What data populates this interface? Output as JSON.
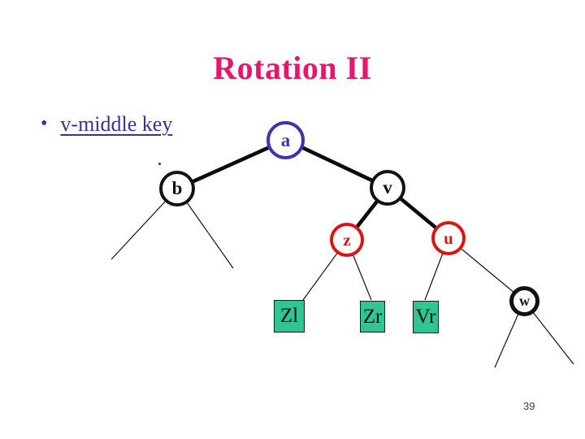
{
  "slide": {
    "title": "Rotation II",
    "bullet_marker": "•",
    "bullet_text": "v-middle key",
    "page_number": "39"
  },
  "colors": {
    "title": "#e4176c",
    "bullet_text": "#333399",
    "node_a_blue": "#3b36ad",
    "node_black": "#121212",
    "node_red": "#d91515",
    "leaf_box_fill": "#2fc694",
    "edge": "#0b0b0b",
    "background": "#ffffff"
  },
  "tree": {
    "nodes": [
      {
        "id": "a",
        "label": "a",
        "shape": "circle",
        "color": "blue"
      },
      {
        "id": "b",
        "label": "b",
        "shape": "circle",
        "color": "black"
      },
      {
        "id": "v",
        "label": "v",
        "shape": "circle",
        "color": "black"
      },
      {
        "id": "z",
        "label": "z",
        "shape": "circle",
        "color": "red"
      },
      {
        "id": "u",
        "label": "u",
        "shape": "circle",
        "color": "red"
      },
      {
        "id": "w",
        "label": "w",
        "shape": "circle",
        "color": "black"
      },
      {
        "id": "Zl",
        "label": "Zl",
        "shape": "box",
        "color": "teal"
      },
      {
        "id": "Zr",
        "label": "Zr",
        "shape": "box",
        "color": "teal"
      },
      {
        "id": "Vr",
        "label": "Vr",
        "shape": "box",
        "color": "teal"
      }
    ],
    "edges": [
      {
        "from": "a",
        "to": "b",
        "style": "thick"
      },
      {
        "from": "a",
        "to": "v",
        "style": "thick"
      },
      {
        "from": "v",
        "to": "z",
        "style": "thick"
      },
      {
        "from": "v",
        "to": "u",
        "style": "thick"
      },
      {
        "from": "b",
        "to": "left-subtree",
        "style": "thin"
      },
      {
        "from": "b",
        "to": "right-subtree",
        "style": "thin"
      },
      {
        "from": "z",
        "to": "Zl",
        "style": "thin"
      },
      {
        "from": "z",
        "to": "Zr",
        "style": "thin"
      },
      {
        "from": "u",
        "to": "Vr",
        "style": "thin"
      },
      {
        "from": "u",
        "to": "w",
        "style": "thin"
      },
      {
        "from": "w",
        "to": "left-subtree",
        "style": "thin"
      },
      {
        "from": "w",
        "to": "right-subtree",
        "style": "thin"
      }
    ]
  }
}
